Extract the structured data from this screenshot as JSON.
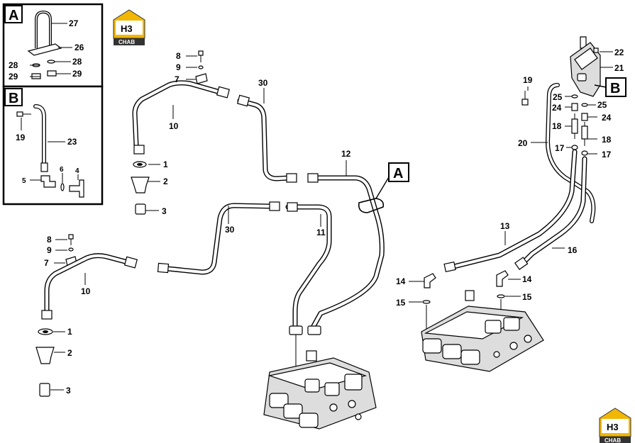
{
  "logo": {
    "top": "H3",
    "bottom": "CHAB",
    "accent": "#f2b705"
  },
  "inset_A": {
    "label": "A",
    "callouts": [
      "27",
      "26",
      "28",
      "29",
      "28",
      "29"
    ]
  },
  "inset_B": {
    "label": "B",
    "callouts": [
      "19",
      "23",
      "6",
      "5",
      "4"
    ]
  },
  "detail_box": {
    "label": "A",
    "label_B": "B"
  },
  "left_upper": {
    "callouts": [
      "8",
      "9",
      "7",
      "10",
      "1",
      "2",
      "3",
      "30"
    ]
  },
  "left_lower": {
    "callouts": [
      "8",
      "9",
      "7",
      "10",
      "1",
      "2",
      "3",
      "30",
      "11"
    ]
  },
  "center": {
    "callouts": [
      "12"
    ]
  },
  "right": {
    "callouts": [
      "22",
      "21",
      "19",
      "25",
      "25",
      "24",
      "24",
      "18",
      "18",
      "17",
      "17",
      "20",
      "13",
      "16",
      "14",
      "14",
      "15",
      "15"
    ]
  }
}
